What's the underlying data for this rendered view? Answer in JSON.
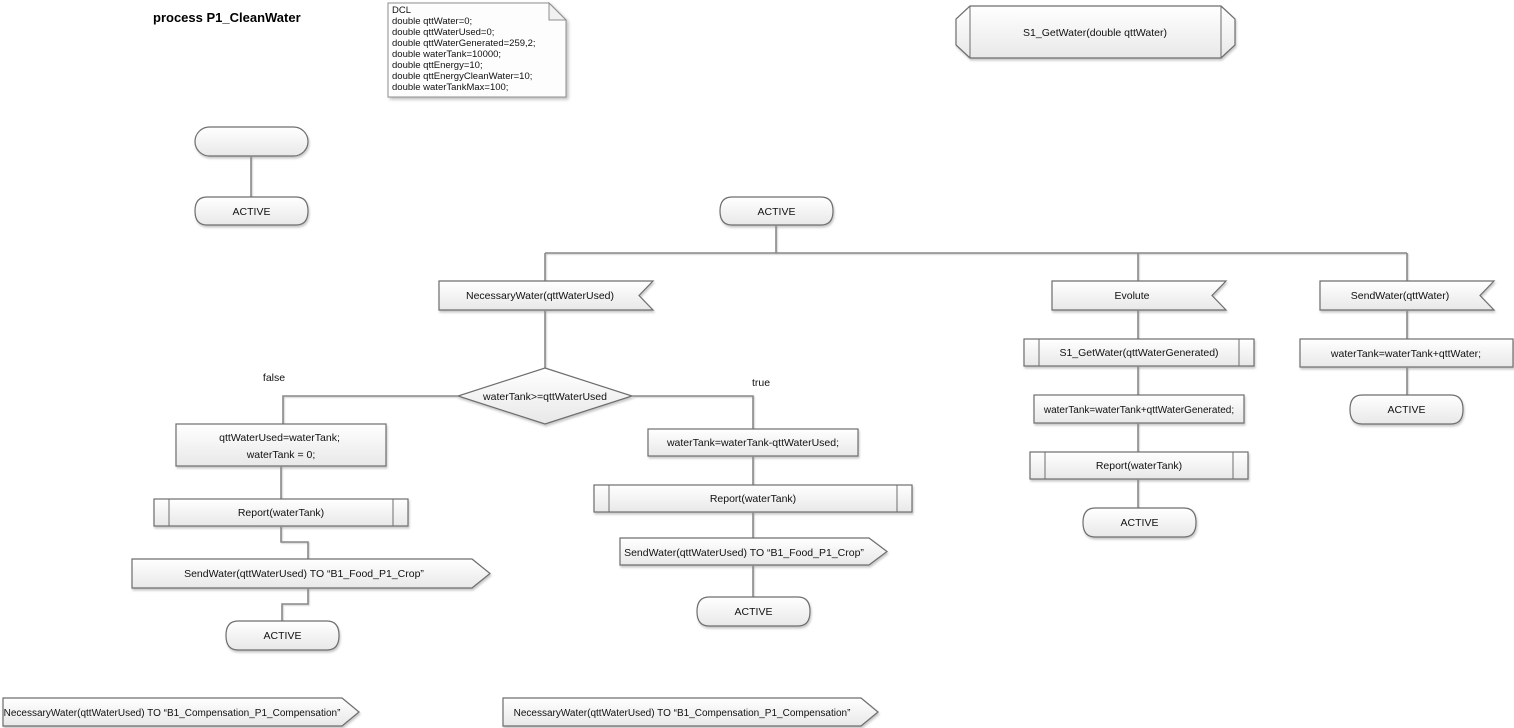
{
  "title": "process P1_CleanWater",
  "colors": {
    "shape_fill_top": "#ffffff",
    "shape_fill_bottom": "#e8e8e8",
    "shape_border": "#6e6e6e",
    "connector": "#8a8a8a",
    "text": "#111111"
  },
  "declaration_note": {
    "lines": [
      "DCL",
      "double qttWater=0;",
      "double qttWaterUsed=0;",
      "double qttWaterGenerated=259,2;",
      "double waterTank=10000;",
      "double qttEnergy=10;",
      "double qttEnergyCleanWater=10;",
      "double waterTankMax=100;"
    ]
  },
  "procedure_declaration": {
    "label": "S1_GetWater(double qttWater)"
  },
  "states": {
    "start": "",
    "active": "ACTIVE"
  },
  "signals": {
    "input_necessary_water": "NecessaryWater(qttWaterUsed)",
    "input_evolute": "Evolute",
    "input_send_water": "SendWater(qttWater)",
    "output_send_water_food": "SendWater(qttWaterUsed) TO “B1_Food_P1_Crop”",
    "output_necessary_compensation": "NecessaryWater(qttWaterUsed) TO “B1_Compensation_P1_Compensation”"
  },
  "decision": {
    "condition": "waterTank>=qttWaterUsed",
    "label_false": "false",
    "label_true": "true"
  },
  "tasks": {
    "false_branch_line1": "qttWaterUsed=waterTank;",
    "false_branch_line2": "waterTank = 0;",
    "true_branch": "waterTank=waterTank-qttWaterUsed;",
    "evolute_branch": "waterTank=waterTank+qttWaterGenerated;",
    "send_water_branch": "waterTank=waterTank+qttWater;"
  },
  "procedures": {
    "report": "Report(waterTank)",
    "s1_get_water": "S1_GetWater(qttWaterGenerated)"
  }
}
